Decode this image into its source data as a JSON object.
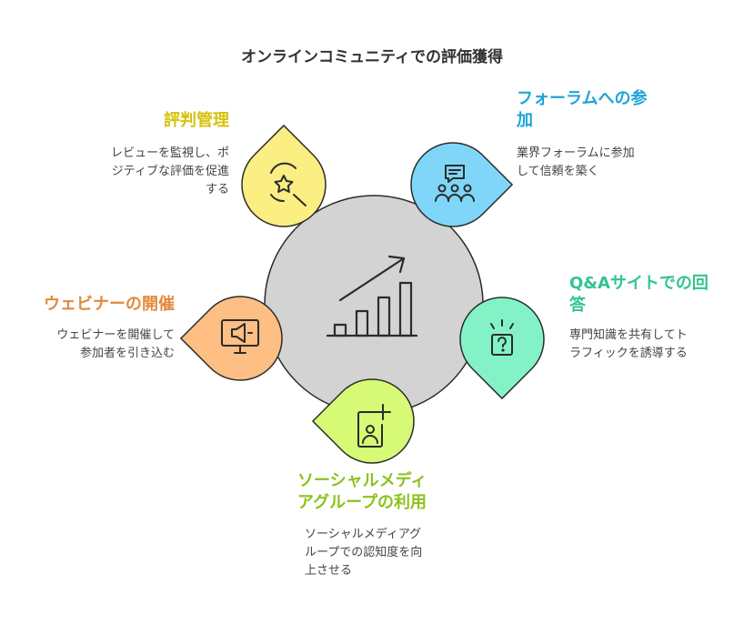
{
  "title": "オンラインコミュニティでの評価獲得",
  "colors": {
    "center": "#d3d3d3",
    "reputation": "#fbee83",
    "forum": "#7fd6f9",
    "qa": "#83f3c7",
    "social": "#d7fa76",
    "webinar": "#fdbf83",
    "head_reputation": "#d6c20b",
    "head_forum": "#1ea4d8",
    "head_qa": "#32c48e",
    "head_social": "#8cc21f",
    "head_webinar": "#e3893a"
  },
  "nodes": {
    "reputation": {
      "heading": "評判管理",
      "desc": [
        "レビューを監視し、ポ",
        "ジティブな評価を促進",
        "する"
      ],
      "icon": "star-magnifier-icon"
    },
    "forum": {
      "heading": [
        "フォーラムへの参",
        "加"
      ],
      "desc": [
        "業界フォーラムに参加",
        "して信頼を築く"
      ],
      "icon": "group-chat-icon"
    },
    "qa": {
      "heading": [
        "Q&Aサイトでの回",
        "答"
      ],
      "desc": [
        "専門知識を共有してト",
        "ラフィックを誘導する"
      ],
      "icon": "question-lightbox-icon"
    },
    "social": {
      "heading": [
        "ソーシャルメディ",
        "アグループの利用"
      ],
      "desc": [
        "ソーシャルメディアグ",
        "ループでの認知度を向",
        "上させる"
      ],
      "icon": "add-user-phone-icon"
    },
    "webinar": {
      "heading": "ウェビナーの開催",
      "desc": [
        "ウェビナーを開催して",
        "参加者を引き込む"
      ],
      "icon": "megaphone-monitor-icon"
    }
  },
  "center_icon": "growth-chart-icon"
}
